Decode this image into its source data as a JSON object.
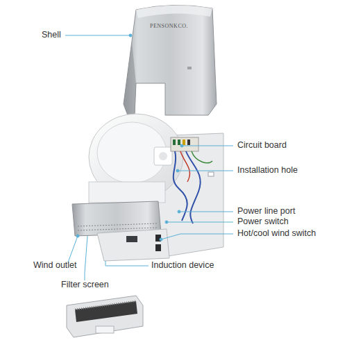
{
  "diagram": {
    "labels": [
      "Shell",
      "PENSONKCO.",
      "Circuit board",
      "Installation hole",
      "Power line port",
      "Power switch",
      "Hot/cool wind switch",
      "Wind outlet",
      "Induction device",
      "Filter screen"
    ]
  }
}
